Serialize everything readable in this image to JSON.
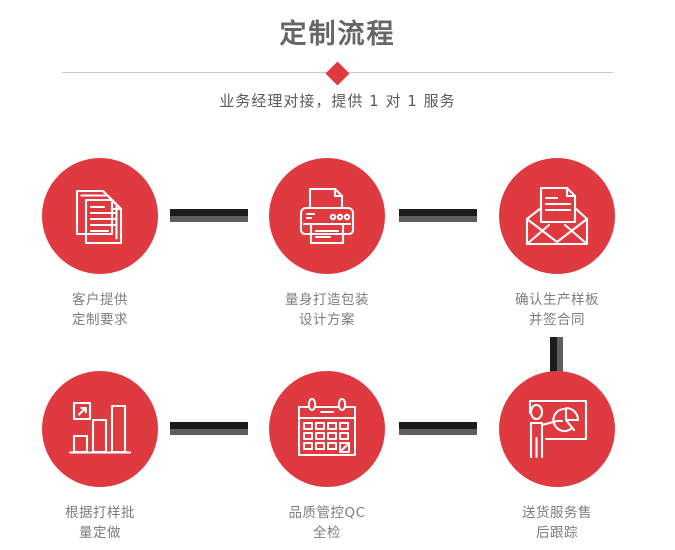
{
  "header": {
    "title": "定制流程",
    "subtitle": "业务经理对接，提供 1 对 1 服务",
    "divider_icon": "diamond-icon",
    "accent_color": "#e03a41",
    "title_color": "#666666",
    "subtitle_color": "#5a5a5a",
    "divider_color": "#c9c9c9"
  },
  "flow": {
    "connector_dark_color": "#1c1c1c",
    "connector_gray_color": "#5e5e5e",
    "steps": [
      {
        "index": 1,
        "icon": "documents-stack-icon",
        "label": "客户提供\n定制要求"
      },
      {
        "index": 2,
        "icon": "printer-icon",
        "label": "量身打造包装\n设计方案"
      },
      {
        "index": 3,
        "icon": "envelope-document-icon",
        "label": "确认生产样板\n并签合同"
      },
      {
        "index": 4,
        "icon": "bar-chart-growth-icon",
        "label": "根据打样批\n量定做"
      },
      {
        "index": 5,
        "icon": "calendar-icon",
        "label": "品质管控QC\n全检"
      },
      {
        "index": 6,
        "icon": "presentation-pie-chart-icon",
        "label": "送货服务售\n后跟踪"
      }
    ]
  }
}
